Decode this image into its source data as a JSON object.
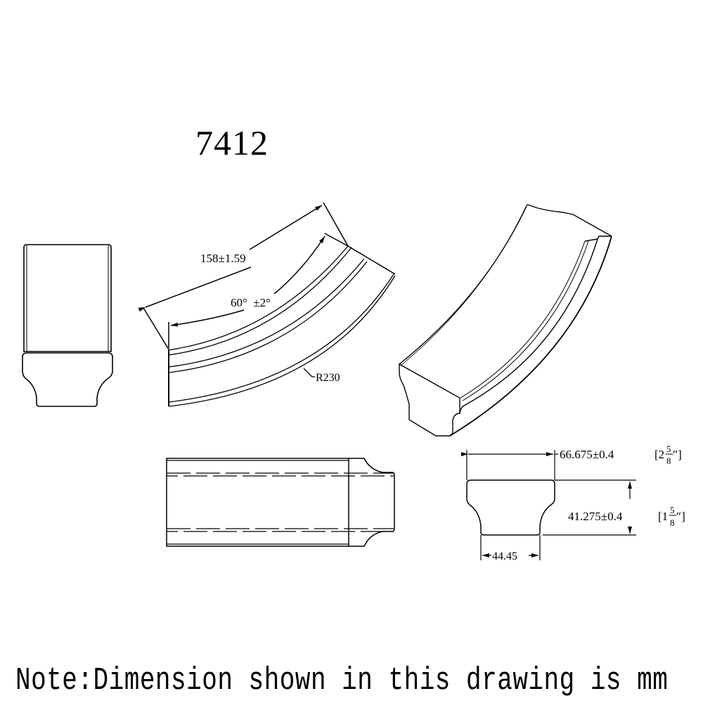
{
  "drawing": {
    "part_number": "7412",
    "note": "Note:Dimension shown in this drawing is mm",
    "units": "mm",
    "line_color": "#000000",
    "background_color": "#ffffff"
  },
  "views": {
    "side_view": {
      "label": "side-end-view"
    },
    "plan_view": {
      "label": "arc-plan-view",
      "arc_length": "158±1.59",
      "angle": "60°  ±2°",
      "radius": "R230"
    },
    "isometric_view": {
      "label": "isometric-view"
    },
    "top_view": {
      "label": "straight-top-view"
    },
    "profile_view": {
      "label": "cross-section-profile",
      "width": "66.675±0.4",
      "width_inch_whole": "[2",
      "width_inch_num": "5",
      "width_inch_den": "8",
      "width_inch_close": "″]",
      "height": "41.275±0.4",
      "height_inch_whole": "[1",
      "height_inch_num": "5",
      "height_inch_den": "8",
      "height_inch_close": "″]",
      "base_width": "44.45"
    }
  }
}
